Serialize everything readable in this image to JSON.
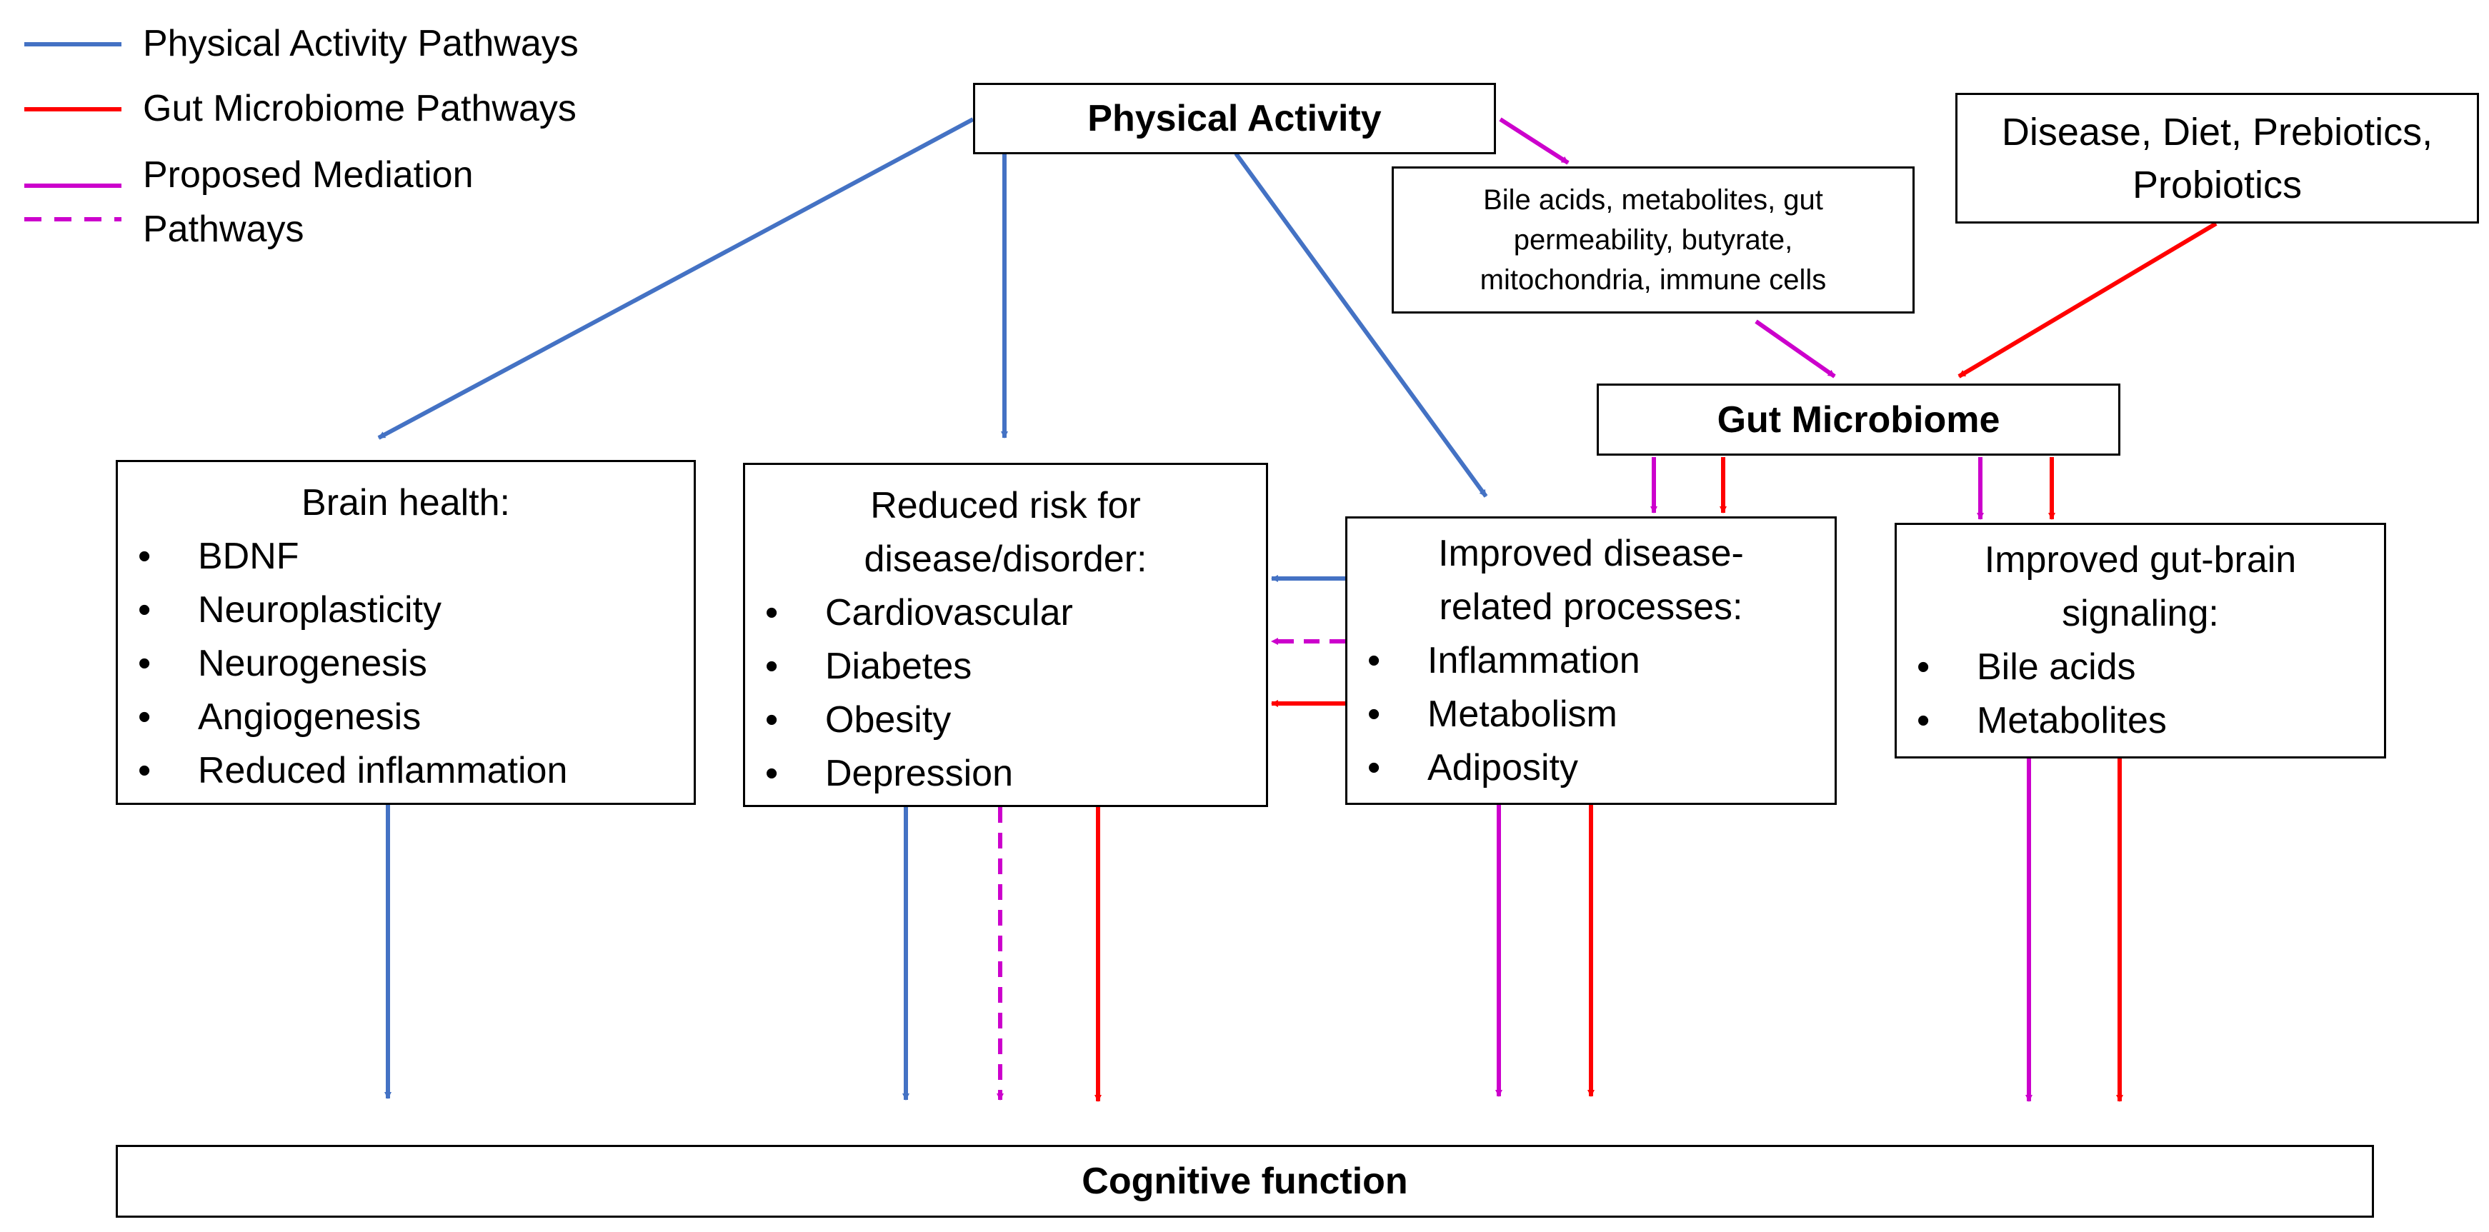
{
  "colors": {
    "physical_activity": "#4472C4",
    "gut_microbiome": "#FF0000",
    "mediation": "#CC00CC",
    "border": "#000000"
  },
  "legend": {
    "physical": "Physical Activity Pathways",
    "gut": "Gut Microbiome Pathways",
    "mediation_line1": "Proposed Mediation",
    "mediation_line2": "Pathways"
  },
  "nodes": {
    "physical_activity": "Physical Activity",
    "mediators": {
      "line1": "Bile acids, metabolites, gut",
      "line2": "permeability, butyrate,",
      "line3": "mitochondria, immune cells"
    },
    "disease_diet": {
      "line1": "Disease, Diet, Prebiotics,",
      "line2": "Probiotics"
    },
    "gut_microbiome": "Gut Microbiome",
    "brain_health": {
      "title": "Brain health:",
      "items": [
        "BDNF",
        "Neuroplasticity",
        "Neurogenesis",
        "Angiogenesis",
        "Reduced inflammation"
      ]
    },
    "reduced_risk": {
      "title_line1": "Reduced risk for",
      "title_line2": "disease/disorder:",
      "items": [
        "Cardiovascular",
        "Diabetes",
        "Obesity",
        "Depression"
      ]
    },
    "improved_processes": {
      "title_line1": "Improved disease-",
      "title_line2": "related processes:",
      "items": [
        "Inflammation",
        "Metabolism",
        "Adiposity"
      ]
    },
    "gut_brain": {
      "title_line1": "Improved gut-brain",
      "title_line2": "signaling:",
      "items": [
        "Bile acids",
        "Metabolites"
      ]
    },
    "cognitive_function": "Cognitive function"
  }
}
